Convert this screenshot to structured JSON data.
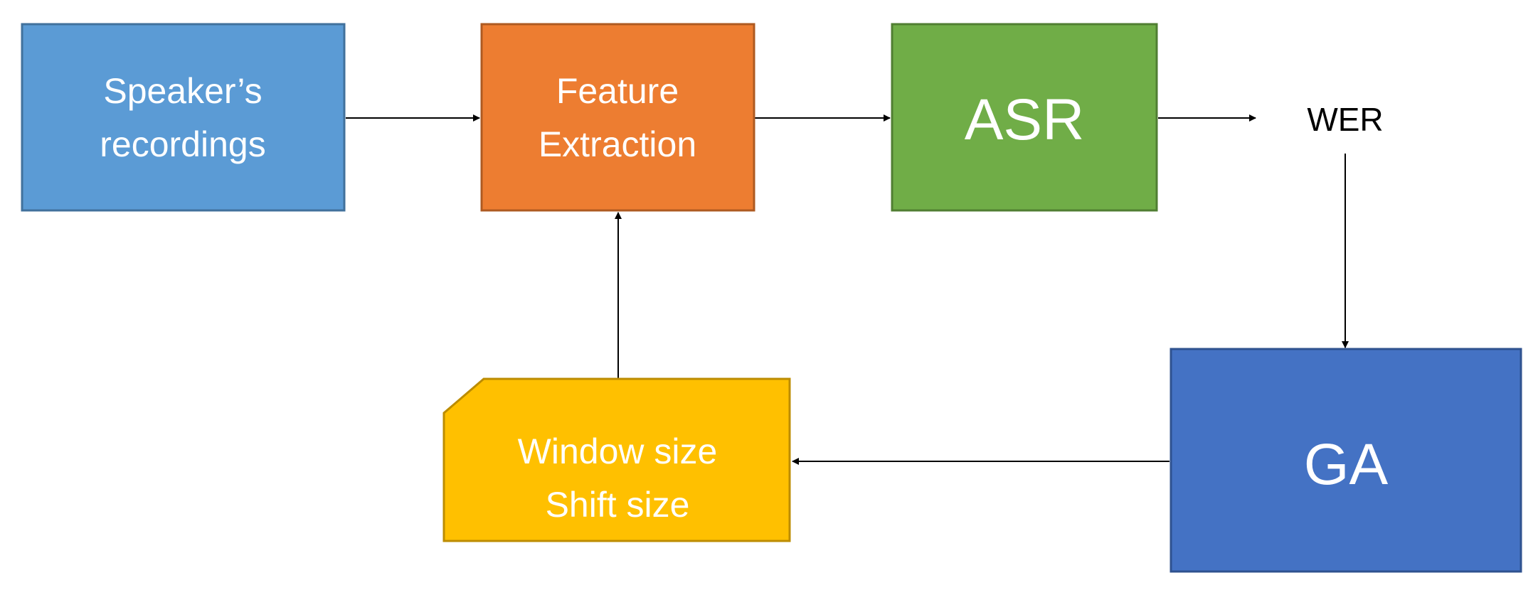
{
  "nodes": {
    "speaker": {
      "line1": "Speaker’s",
      "line2": "recordings",
      "color": "#5B9BD5",
      "border": "#41719C"
    },
    "feature": {
      "line1": "Feature",
      "line2": "Extraction",
      "color": "#ED7D31",
      "border": "#AE5A21"
    },
    "asr": {
      "label": "ASR",
      "color": "#70AD47",
      "border": "#507E32"
    },
    "wer": {
      "label": "WER"
    },
    "ga": {
      "label": "GA",
      "color": "#4472C4",
      "border": "#2F528F"
    },
    "params": {
      "line1": "Window size",
      "line2": "Shift size",
      "color": "#FFC000",
      "border": "#BC8C00"
    }
  },
  "edges": [
    {
      "from": "speaker",
      "to": "feature"
    },
    {
      "from": "feature",
      "to": "asr"
    },
    {
      "from": "asr",
      "to": "wer"
    },
    {
      "from": "wer",
      "to": "ga"
    },
    {
      "from": "ga",
      "to": "params"
    },
    {
      "from": "params",
      "to": "feature"
    }
  ]
}
